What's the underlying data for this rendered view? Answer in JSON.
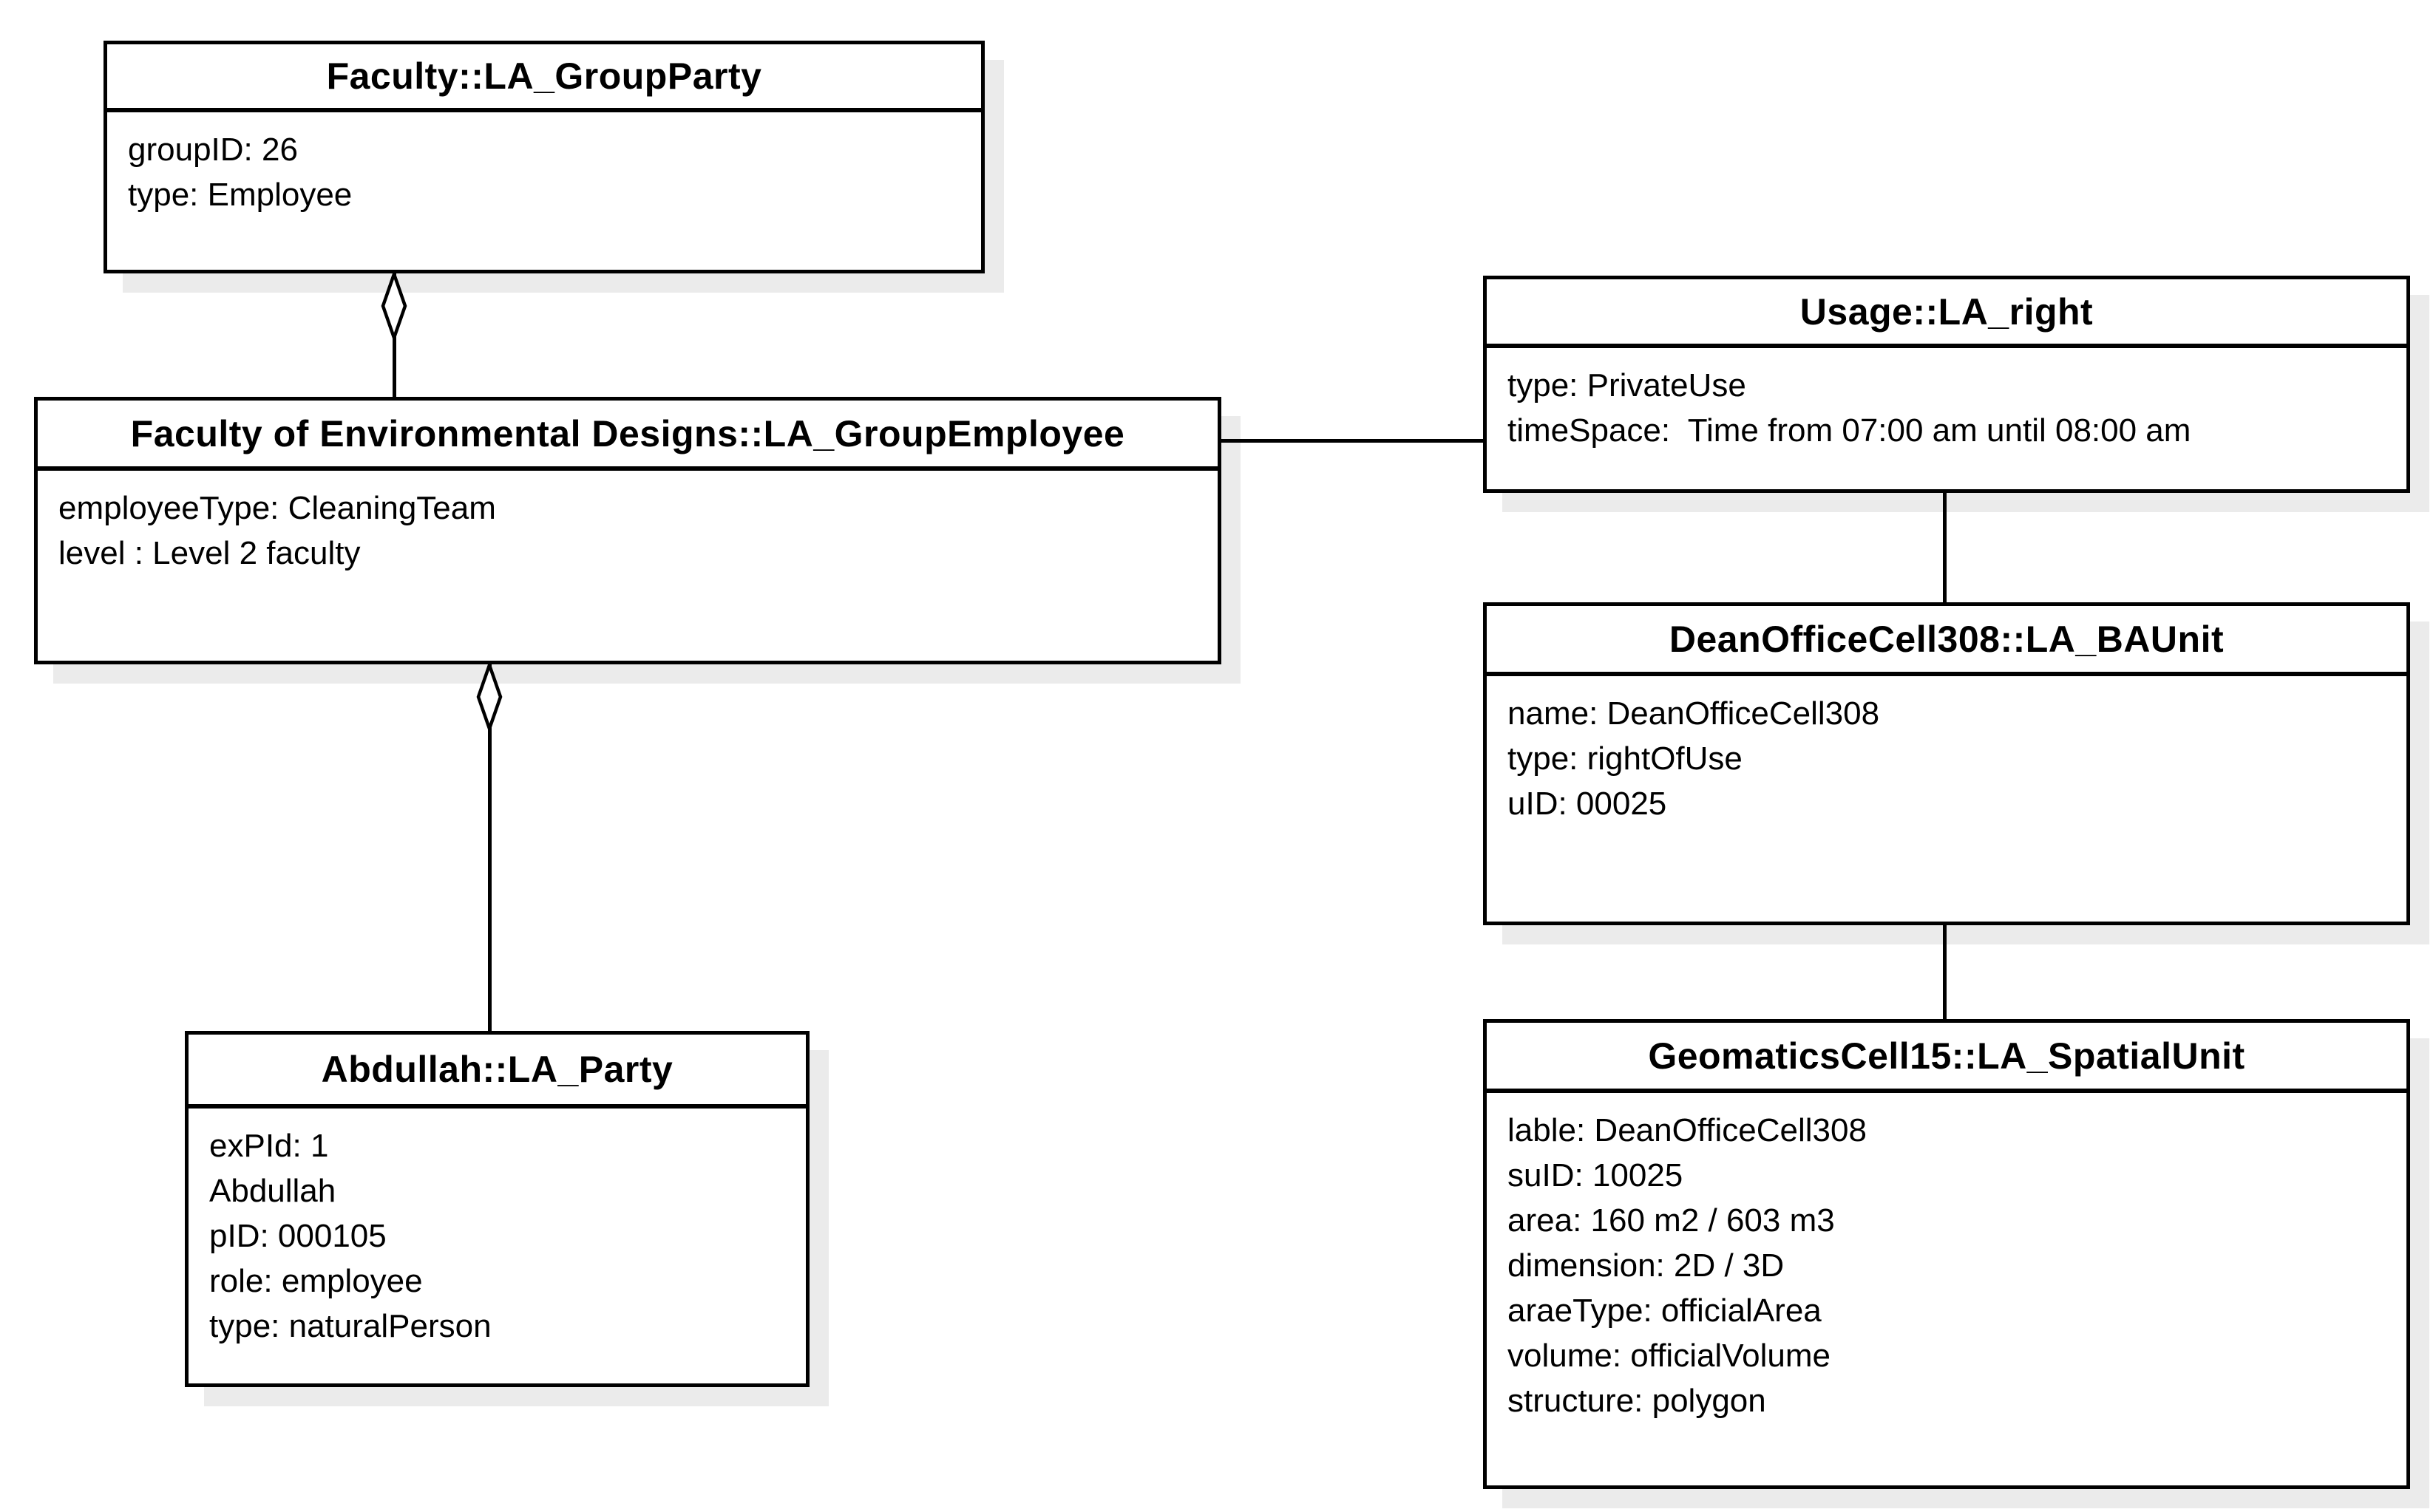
{
  "diagram": {
    "type": "uml-class-diagram",
    "background_color": "#ffffff",
    "box_fill": "#ffffff",
    "box_stroke": "#000000",
    "shadow_color": "#ebebeb"
  },
  "classes": [
    {
      "name": "Faculty::LA_GroupParty",
      "attributes": [
        "groupID: 26",
        "type: Employee"
      ]
    },
    {
      "name": "Faculty of Environmental Designs::LA_GroupEmployee",
      "attributes": [
        "employeeType: CleaningTeam",
        "level : Level 2 faculty"
      ]
    },
    {
      "name": "Abdullah::LA_Party",
      "attributes": [
        "exPId: 1",
        "Abdullah",
        "pID: 000105",
        "role: employee",
        "type: naturalPerson"
      ]
    },
    {
      "name": "Usage::LA_right",
      "attributes": [
        "type: PrivateUse",
        "timeSpace:  Time from 07:00 am until 08:00 am"
      ]
    },
    {
      "name": "DeanOfficeCell308::LA_BAUnit",
      "attributes": [
        "name: DeanOfficeCell308",
        "type: rightOfUse",
        "uID: 00025"
      ]
    },
    {
      "name": "GeomaticsCell15::LA_SpatialUnit",
      "attributes": [
        "lable: DeanOfficeCell308",
        "suID: 10025",
        "area: 160 m2 / 603 m3",
        "dimension: 2D / 3D",
        "araeType: officialArea",
        "volume: officialVolume",
        "structure: polygon"
      ]
    }
  ],
  "relationships": [
    {
      "type": "aggregation",
      "whole": "Faculty::LA_GroupParty",
      "part": "Faculty of Environmental Designs::LA_GroupEmployee"
    },
    {
      "type": "aggregation",
      "whole": "Faculty of Environmental Designs::LA_GroupEmployee",
      "part": "Abdullah::LA_Party"
    },
    {
      "type": "association",
      "from": "Faculty of Environmental Designs::LA_GroupEmployee",
      "to": "Usage::LA_right"
    },
    {
      "type": "association",
      "from": "Usage::LA_right",
      "to": "DeanOfficeCell308::LA_BAUnit"
    },
    {
      "type": "association",
      "from": "DeanOfficeCell308::LA_BAUnit",
      "to": "GeomaticsCell15::LA_SpatialUnit"
    }
  ]
}
